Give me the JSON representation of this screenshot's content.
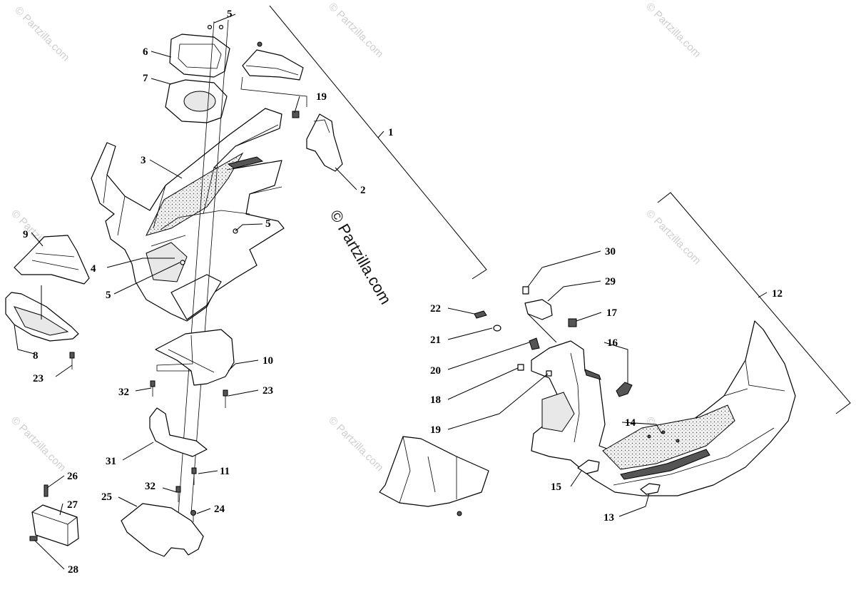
{
  "watermark": {
    "center": "© Partzilla.com",
    "tile": "© Partzilla.com"
  },
  "callouts": {
    "c1": "1",
    "c2": "2",
    "c3": "3",
    "c4": "4",
    "c5a": "5",
    "c5b": "5",
    "c5c": "5",
    "c6": "6",
    "c7": "7",
    "c8": "8",
    "c9": "9",
    "c10": "10",
    "c11": "11",
    "c12": "12",
    "c13": "13",
    "c14": "14",
    "c15": "15",
    "c16": "16",
    "c17": "17",
    "c18": "18",
    "c19a": "19",
    "c19b": "19",
    "c20": "20",
    "c21": "21",
    "c22": "22",
    "c23a": "23",
    "c23b": "23",
    "c24": "24",
    "c25": "25",
    "c26": "26",
    "c27": "27",
    "c28": "28",
    "c29": "29",
    "c30": "30",
    "c31": "31",
    "c32a": "32",
    "c32b": "32"
  }
}
